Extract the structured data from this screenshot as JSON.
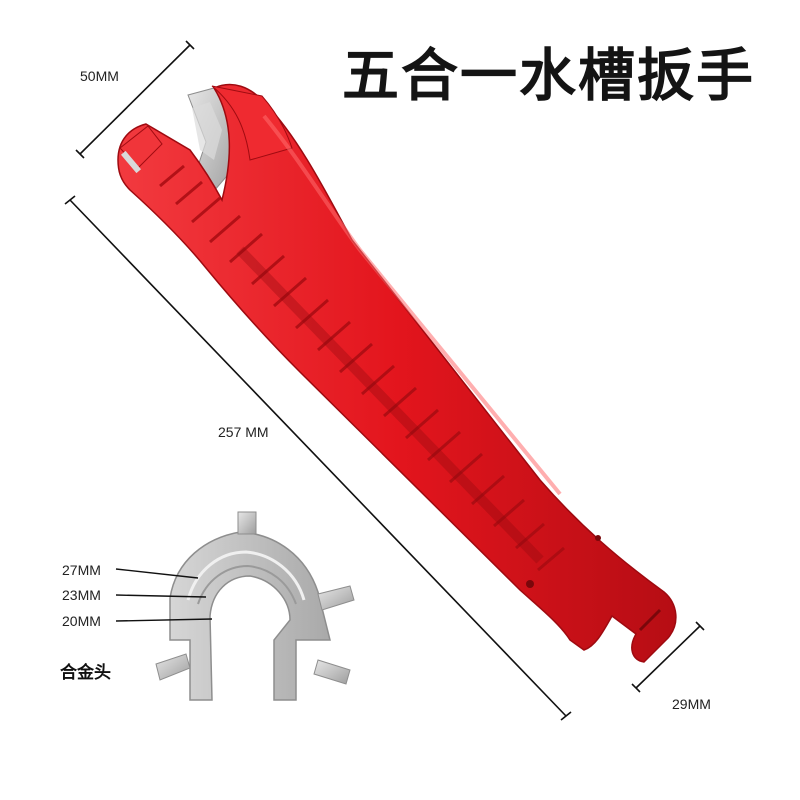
{
  "title": "五合一水槽扳手",
  "dimensions": {
    "head_width": "50MM",
    "length": "257 MM",
    "tail_width": "29MM"
  },
  "alloy_head": {
    "caption": "合金头",
    "sizes": [
      "27MM",
      "23MM",
      "20MM"
    ]
  },
  "colors": {
    "wrench_red": "#e3151d",
    "wrench_dark_red": "#b10d14",
    "alloy_silver": "#c9c9c9",
    "title_text": "#141414"
  }
}
